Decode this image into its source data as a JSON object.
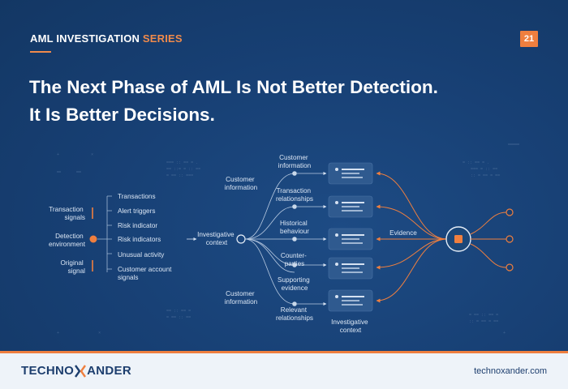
{
  "header": {
    "series_prefix": "AML INVESTIGATION",
    "series_accent": "SERIES",
    "page_number": "21"
  },
  "headline": {
    "line1": "The Next Phase of AML Is Not Better Detection.",
    "line2": "It Is Better Decisions."
  },
  "diagram": {
    "left_labels": {
      "transaction_signals": [
        "Transaction",
        "signals"
      ],
      "detection_environment": [
        "Detection",
        "environment"
      ],
      "original_signal": [
        "Original",
        "signal"
      ]
    },
    "signal_list": [
      "Transactions",
      "Alert triggers",
      "Risk indicator",
      "Risk indicators",
      "Unusual activity",
      [
        "Customer account",
        "signals"
      ]
    ],
    "customer_info_top": [
      "Customer",
      "information"
    ],
    "customer_info_bottom": [
      "Customer",
      "information"
    ],
    "investigative_context": [
      "Investigative",
      "context"
    ],
    "branch_labels": [
      [
        "Customer",
        "information"
      ],
      [
        "Transaction",
        "relationships"
      ],
      [
        "Historical",
        "behaviour"
      ],
      [
        "Counter-",
        "parties"
      ],
      [
        "Supporting",
        "evidence"
      ],
      [
        "Relevant",
        "relationships"
      ]
    ],
    "cards_label": [
      "Investigative",
      "context"
    ],
    "evidence_label": "Evidence"
  },
  "footer": {
    "brand_left": "TECHNO",
    "brand_right": "ANDER",
    "website": "technoxander.com"
  },
  "colors": {
    "background": "#173f73",
    "accent": "#ef7f3f",
    "card": "#2f5a8f",
    "footer_bg": "#eef3f9",
    "brand_text": "#1d3e6e"
  }
}
